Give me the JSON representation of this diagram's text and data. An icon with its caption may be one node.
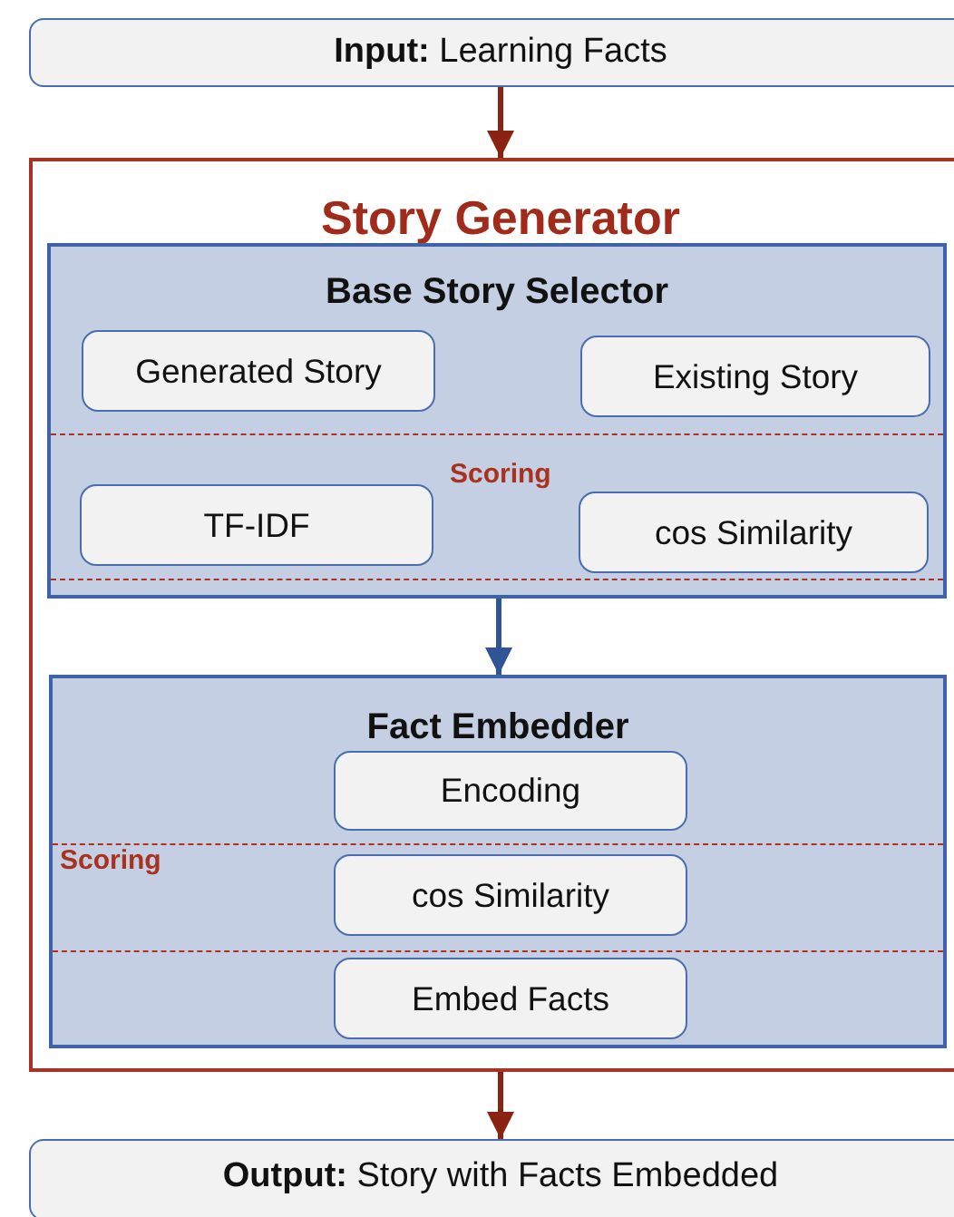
{
  "diagram": {
    "nodes": [
      {
        "text": [
          "**Input:** Learning Facts"
        ]
      },
      {
        "text": [
          "Story Generator"
        ]
      },
      {
        "text": [
          "Base Story Selector"
        ],
        "in": 1
      },
      {
        "text": [
          "Generated Story"
        ],
        "in": 2
      },
      {
        "text": [
          "Existing Story"
        ],
        "in": 2
      },
      {
        "text": [
          "TF-IDF"
        ],
        "in": 2
      },
      {
        "text": [
          "cos Similarity"
        ],
        "in": 2
      },
      {
        "text": [
          "Fact Embedder"
        ],
        "in": 1
      },
      {
        "text": [
          "Encoding"
        ],
        "in": 7
      },
      {
        "text": [
          "cos Similarity"
        ],
        "in": 7
      },
      {
        "text": [
          "Embed Facts"
        ],
        "in": 7
      },
      {
        "text": [
          "**Output:** Story with Facts Embedded"
        ]
      }
    ],
    "edges": [
      {
        "from": 0,
        "to": 1,
        "arrow": "to"
      },
      {
        "from": 2,
        "to": 7,
        "arrow": "to",
        "color": "#2f5597"
      },
      {
        "from": 1,
        "to": 11,
        "arrow": "to"
      }
    ],
    "labels": [
      "Scoring",
      "Scoring"
    ]
  }
}
